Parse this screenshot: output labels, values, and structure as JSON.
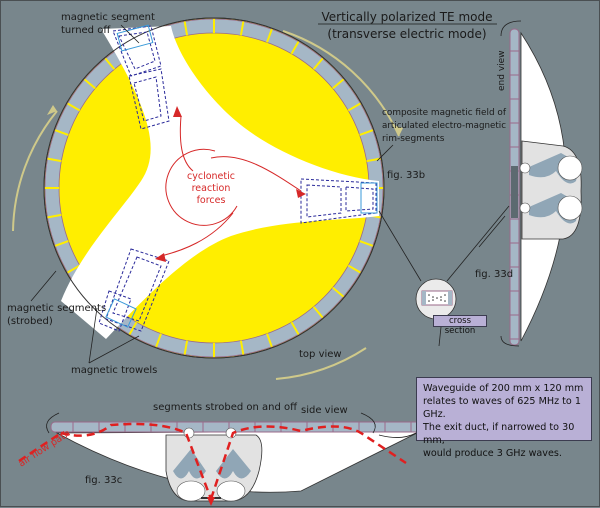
{
  "title": {
    "main": "Vertically polarized TE mode",
    "sub": "(transverse electric mode)"
  },
  "labels": {
    "segment_off_line1": "magnetic segment",
    "segment_off_line2": "turned off",
    "composite_line1": "composite magnetic field of",
    "composite_line2": "articulated electro-magnetic",
    "composite_line3": "rim-segments",
    "cyclonetic_line1": "cyclonetic",
    "cyclonetic_line2": "reaction",
    "cyclonetic_line3": "forces",
    "strobed_line1": "magnetic segments",
    "strobed_line2": "(strobed)",
    "trowels": "magnetic trowels",
    "top_view": "top view",
    "end_view": "end view",
    "side_view": "side view",
    "segments_strobed": "segments strobed on and off",
    "air_flow": "air flow path",
    "cross_section": "cross section"
  },
  "figures": {
    "fig_b": "fig. 33b",
    "fig_c": "fig. 33c",
    "fig_d": "fig. 33d"
  },
  "info_box": {
    "line1": "Waveguide of 200 mm x 120 mm",
    "line2": "relates to waves of 625 MHz to 1 GHz.",
    "line3": "The exit duct, if narrowed to 30 mm,",
    "line4": "would produce 3 GHz waves."
  },
  "colors": {
    "background": "#78868c",
    "disc_yellow": "#ffee00",
    "segment_blue": "#a5b7c6",
    "segment_border": "#9a6a8a",
    "field_blue": "#2a2a9a",
    "force_red": "#d62828",
    "info_box": "#b9b0d6"
  }
}
